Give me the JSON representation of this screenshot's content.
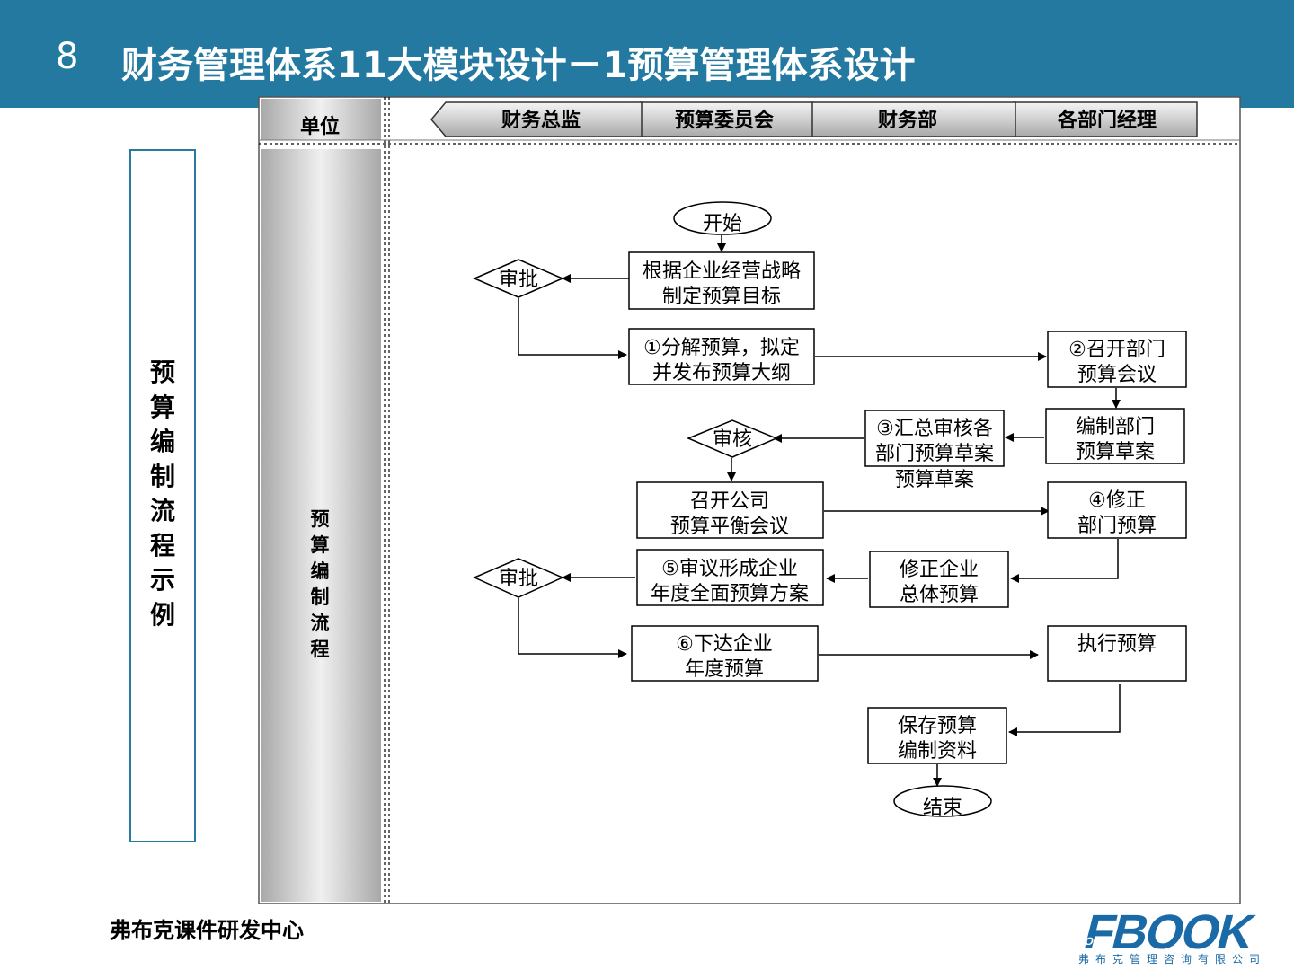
{
  "header": {
    "section_number": "8",
    "title": "财务管理体系11大模块设计－1预算管理体系设计",
    "bg_color": "#2379a0"
  },
  "side_label": "预算编制流程示例",
  "table": {
    "unit_header": "单位",
    "lanes": [
      "财务总监",
      "预算委员会",
      "财务部",
      "各部门经理"
    ],
    "row_label": "预算编制流程"
  },
  "flow": {
    "start": "开始",
    "end": "结束",
    "approve_1": "审批",
    "review": "审核",
    "approve_2": "审批",
    "strategy_line1": "根据企业经营战略",
    "strategy_line2": "制定预算目标",
    "step1_line1": "①分解预算，拟定",
    "step1_line2": "并发布预算大纲",
    "step2_line1": "②召开部门",
    "step2_line2": "预算会议",
    "dept_draft_line1": "编制部门",
    "dept_draft_line2": "预算草案",
    "step3_line1": "③汇总审核各",
    "step3_line2": "部门预算草案",
    "step3_extra": "预算草案",
    "balance_line1": "召开公司",
    "balance_line2": "预算平衡会议",
    "step4_line1": "④修正",
    "step4_line2": "部门预算",
    "step5_line1": "⑤审议形成企业",
    "step5_line2": "年度全面预算方案",
    "revise_line1": "修正企业",
    "revise_line2": "总体预算",
    "step6_line1": "⑥下达企业",
    "step6_line2": "年度预算",
    "execute": "执行预算",
    "save_line1": "保存预算",
    "save_line2": "编制资料"
  },
  "footer": {
    "center_name": "弗布克课件研发中心",
    "logo_text": "FBOOK",
    "logo_small": "OR",
    "company": "弗布克管理咨询有限公司"
  }
}
